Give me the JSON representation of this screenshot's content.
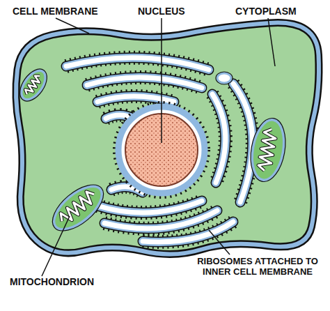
{
  "diagram": {
    "labels": [
      "CELL MEMBRANE",
      "NUCLEUS",
      "CYTOPLASM",
      "MITOCHONDRION",
      "RIBOSOMES ATTACHED TO INNER CELL MEMBRANE"
    ]
  }
}
